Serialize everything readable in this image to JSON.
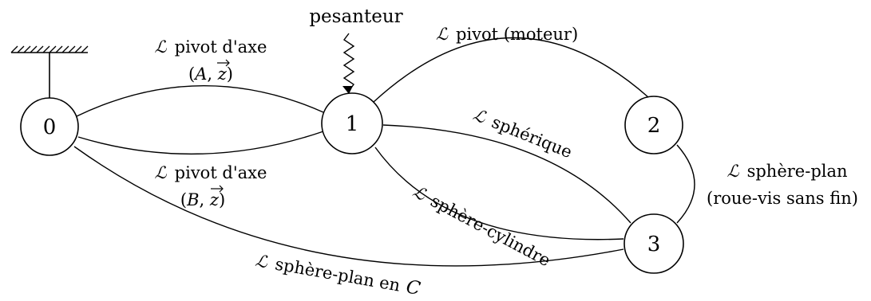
{
  "nodes": {
    "n0": "0",
    "n1": "1",
    "n2": "2",
    "n3": "3"
  },
  "ground_label": "pesanteur",
  "links": {
    "script_L": "ℒ",
    "l01a_line1": "pivot d'axe",
    "l01a_open": "(",
    "l01a_point": "A",
    "l01a_vec": "z",
    "l01a_close": ")",
    "l01b_line1": "pivot d'axe",
    "l01b_open": "(",
    "l01b_point": "B",
    "l01b_vec": "z",
    "l01b_close": ")",
    "l12": "pivot (moteur)",
    "l13a": "sphérique",
    "l13b": "sphère-cylindre",
    "l03": "sphère-plan en",
    "l03_point": "C",
    "l23_line1": "sphère-plan",
    "l23_line2": "(roue-vis sans fin)"
  },
  "colors": {
    "stroke": "#000000",
    "background": "#ffffff"
  }
}
